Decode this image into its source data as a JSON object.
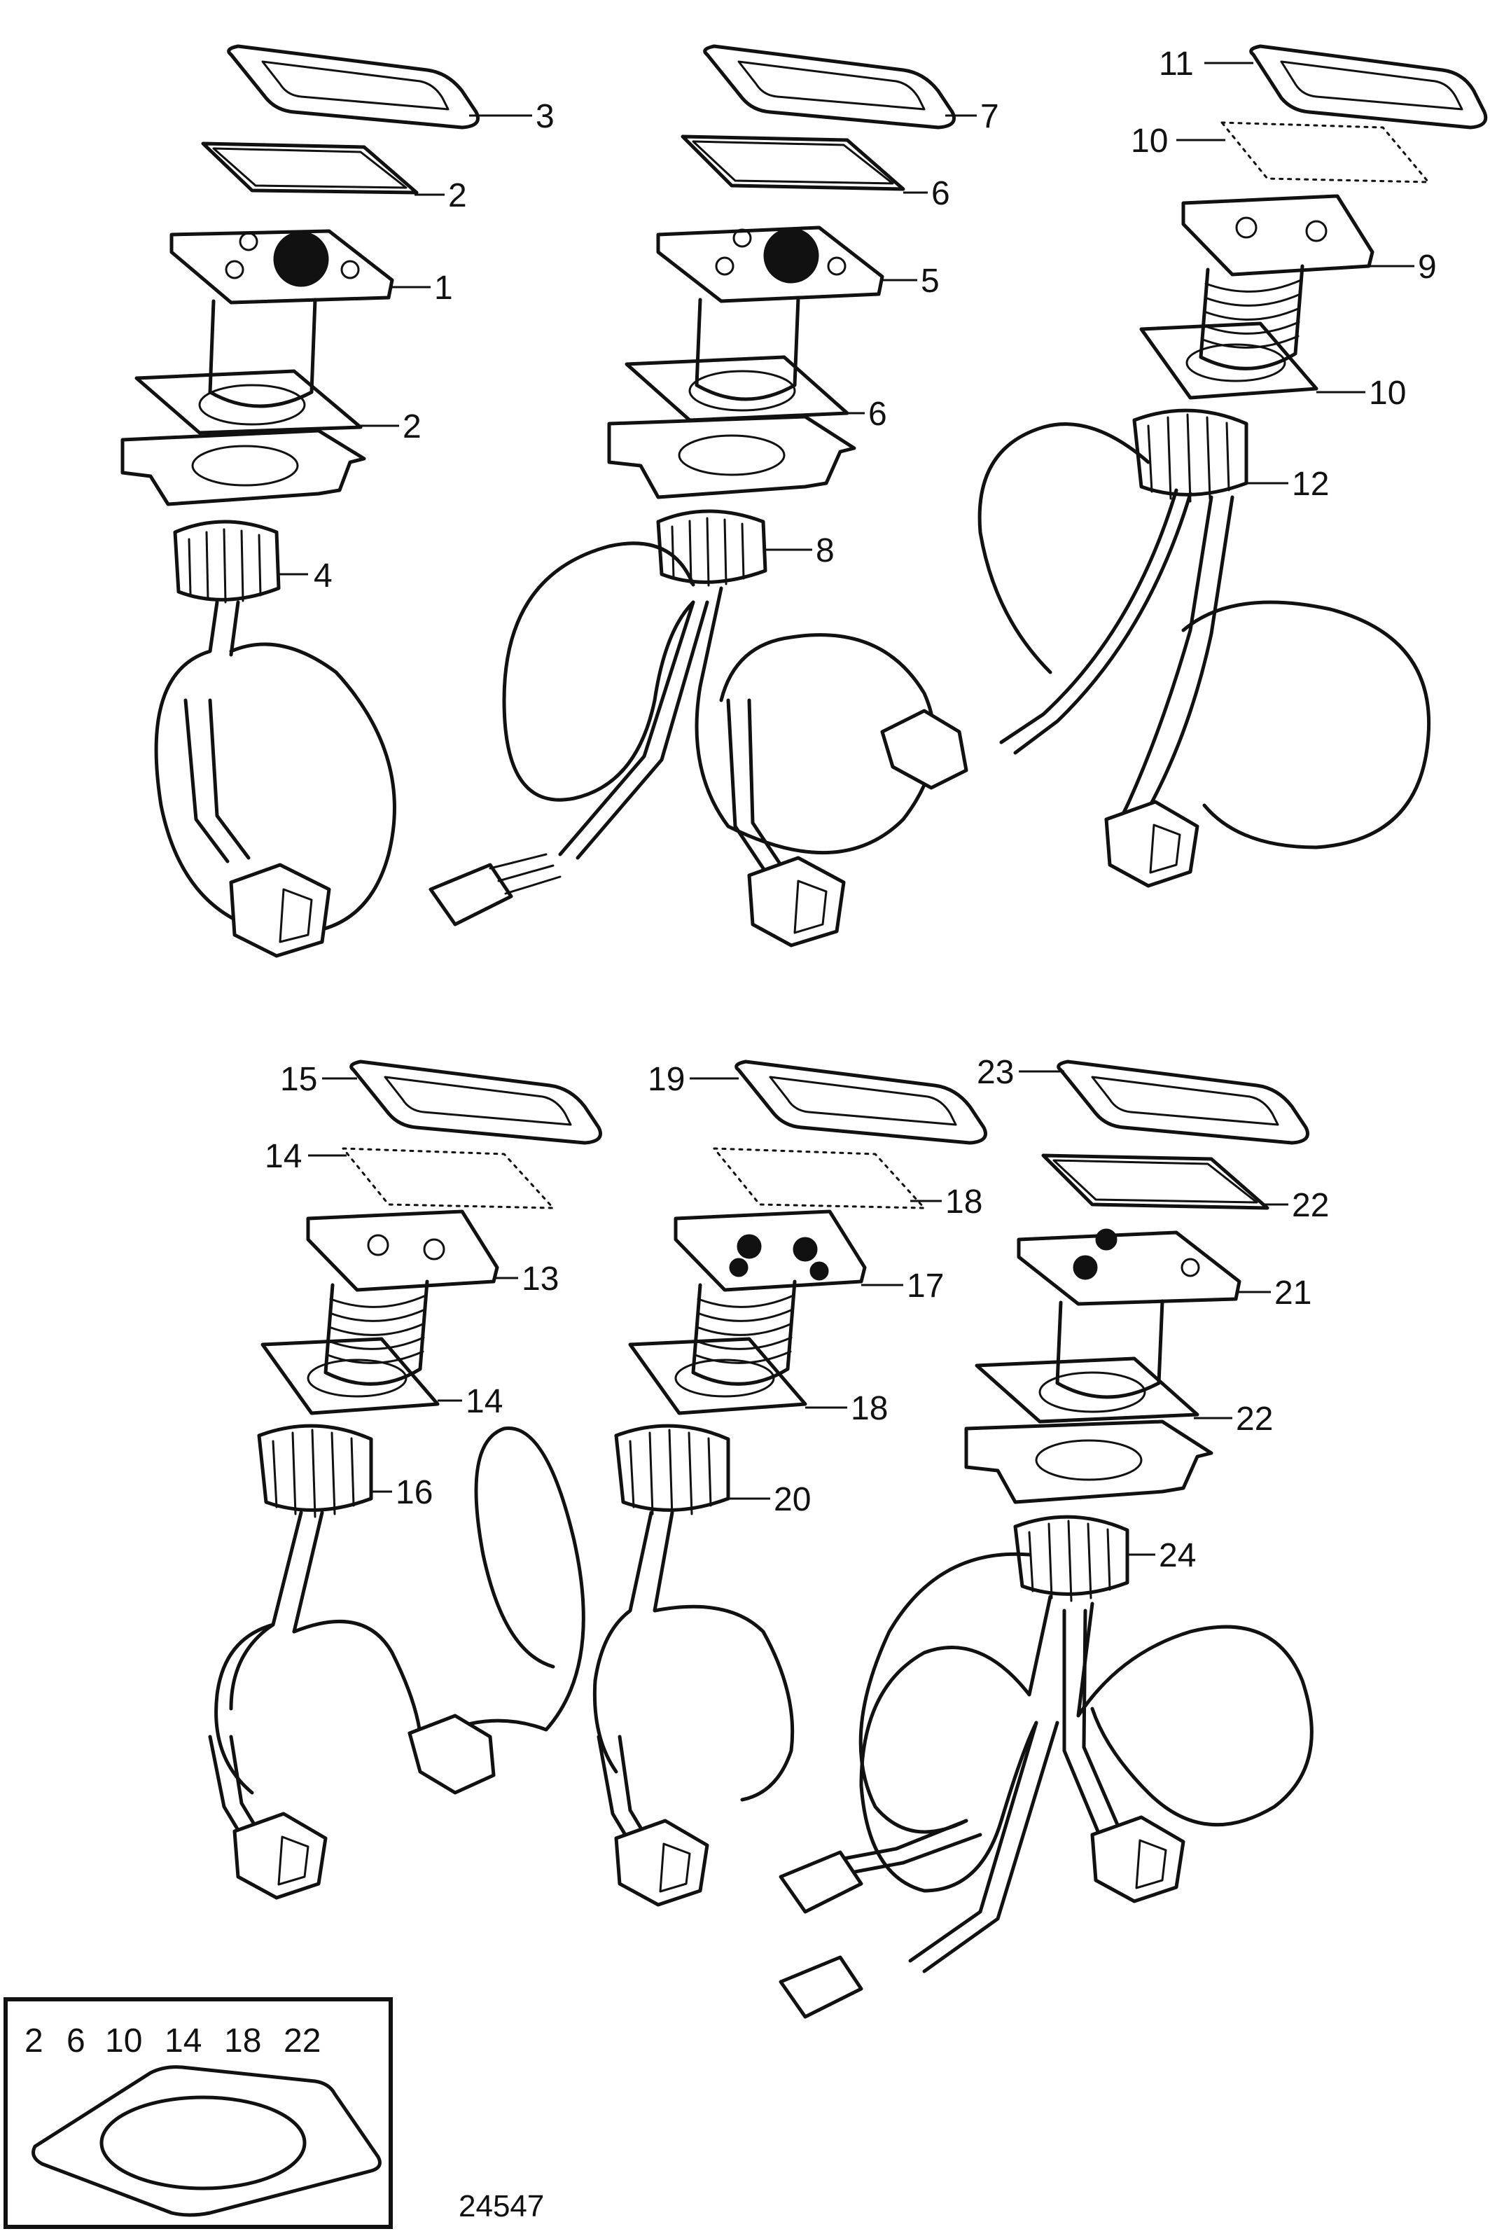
{
  "callouts": [
    "1",
    "2",
    "3",
    "4",
    "5",
    "6",
    "7",
    "8",
    "9",
    "10",
    "11",
    "12",
    "13",
    "14",
    "15",
    "16",
    "17",
    "18",
    "19",
    "20",
    "21",
    "22",
    "23",
    "24"
  ],
  "inset": {
    "numbers": [
      "2",
      "6",
      "10",
      "14",
      "18",
      "22"
    ]
  },
  "reference_number": "24547"
}
